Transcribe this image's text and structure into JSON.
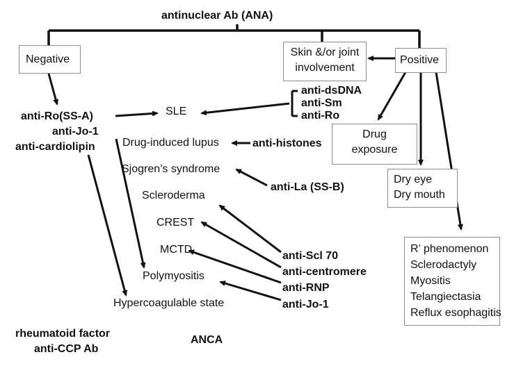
{
  "title": "antinuclear Ab (ANA)",
  "boxes": {
    "negative": "Negative",
    "positive": "Positive",
    "skin_joint": [
      "Skin &/or joint",
      "involvement"
    ],
    "drug_exposure": [
      "Drug",
      "exposure"
    ],
    "dry": [
      "Dry eye",
      "Dry mouth"
    ],
    "features": [
      "R’ phenomenon",
      "Sclerodactyly",
      "Myositis",
      "Telangiectasia",
      "Reflux esophagitis"
    ]
  },
  "negative_antibodies": [
    "anti-Ro(SS-A)",
    "anti-Jo-1",
    "anti-cardiolipin"
  ],
  "diseases": {
    "sle": "SLE",
    "drug_lupus": "Drug-induced lupus",
    "sjogren": "Sjogren’s syndrome",
    "scleroderma": "Scleroderma",
    "crest": "CREST",
    "mctd": "MCTD",
    "polymyositis": "Polymyositis",
    "hypercoag": "Hypercoagulable state"
  },
  "positive_antibodies": {
    "sle_group": [
      "anti-dsDNA",
      "anti-Sm",
      "anti-Ro"
    ],
    "histones": "anti-histones",
    "la": "anti-La (SS-B)",
    "lower_group": [
      "anti-Scl 70",
      "anti-centromere",
      "anti-RNP",
      "anti-Jo-1"
    ]
  },
  "other_tests": {
    "rf": [
      "rheumatoid factor",
      "anti-CCP Ab"
    ],
    "anca": "ANCA"
  },
  "colors": {
    "line": "#111111",
    "box_border": "#8c8c8c",
    "text": "#111111",
    "background": "#ffffff"
  }
}
